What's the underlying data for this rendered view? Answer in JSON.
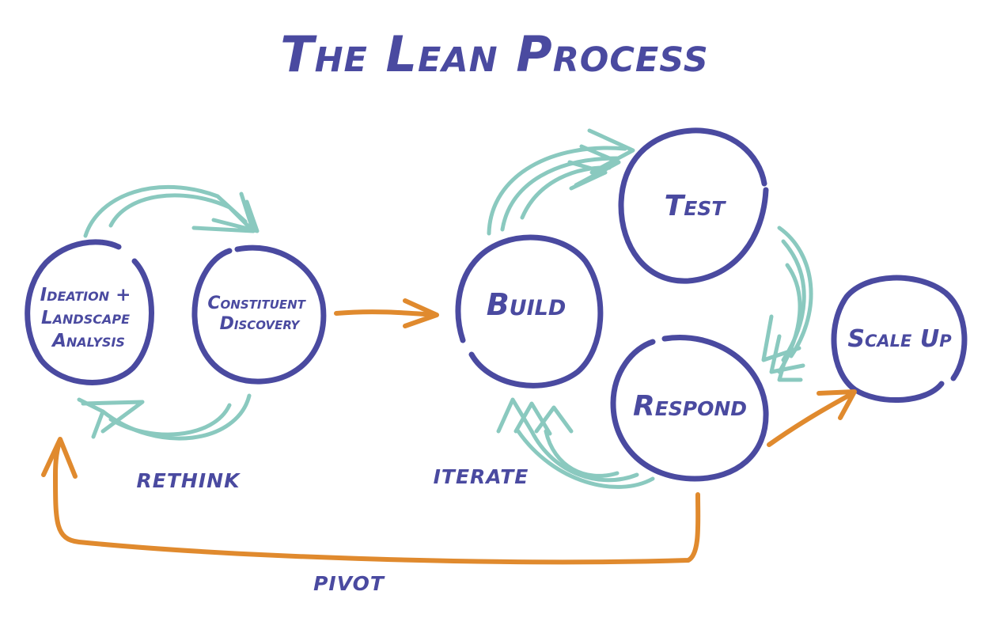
{
  "diagram": {
    "title": "The Lean Process",
    "nodes": {
      "ideation": {
        "lines": [
          "Ideation +",
          "Landscape",
          "Analysis"
        ]
      },
      "discovery": {
        "lines": [
          "Constituent",
          "Discovery"
        ]
      },
      "build": {
        "label": "Build"
      },
      "test": {
        "label": "Test"
      },
      "respond": {
        "label": "Respond"
      },
      "scale": {
        "label": "Scale Up"
      }
    },
    "labels": {
      "rethink": "RETHINK",
      "iterate": "ITERATE",
      "pivot": "PIVOT"
    },
    "colors": {
      "primary": "#4a4aa0",
      "teal": "#8ac9bf",
      "orange": "#e08a2e",
      "background": "#ffffff"
    }
  }
}
